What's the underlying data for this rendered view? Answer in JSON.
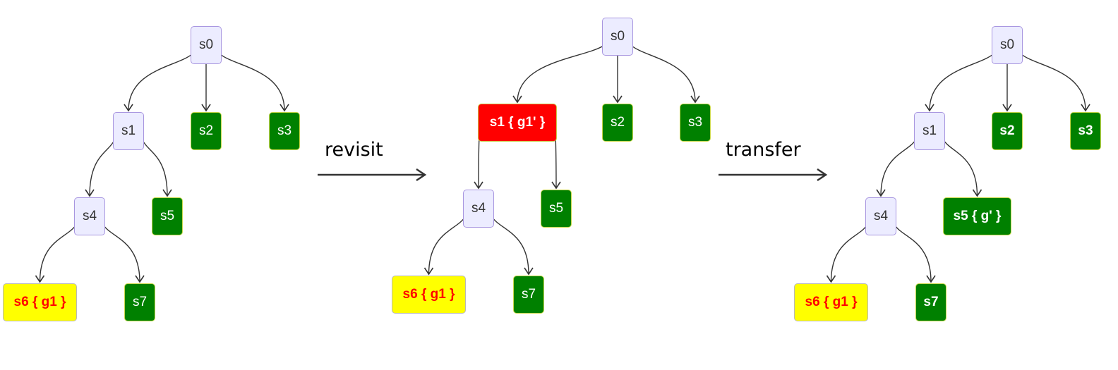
{
  "operations": {
    "revisit": "revisit",
    "transfer": "transfer"
  },
  "colors": {
    "default_fill": "#ececff",
    "default_border": "#a896e0",
    "green_fill": "#008000",
    "red_fill": "#ff0000",
    "yellow_fill": "#ffff00",
    "yellow_text": "#ff0000",
    "edge": "#333333",
    "op_arrow": "#333333"
  },
  "trees": [
    {
      "nodes": [
        {
          "id": "s0",
          "label": "s0",
          "style": "default"
        },
        {
          "id": "s1",
          "label": "s1",
          "style": "default"
        },
        {
          "id": "s2",
          "label": "s2",
          "style": "green"
        },
        {
          "id": "s3",
          "label": "s3",
          "style": "green"
        },
        {
          "id": "s4",
          "label": "s4",
          "style": "default"
        },
        {
          "id": "s5",
          "label": "s5",
          "style": "green"
        },
        {
          "id": "s6",
          "label": "s6 { g1 }",
          "style": "yellow"
        },
        {
          "id": "s7",
          "label": "s7",
          "style": "green"
        }
      ],
      "edges": [
        [
          "s0",
          "s1"
        ],
        [
          "s0",
          "s2"
        ],
        [
          "s0",
          "s3"
        ],
        [
          "s1",
          "s4"
        ],
        [
          "s1",
          "s5"
        ],
        [
          "s4",
          "s6"
        ],
        [
          "s4",
          "s7"
        ]
      ]
    },
    {
      "nodes": [
        {
          "id": "s0",
          "label": "s0",
          "style": "default"
        },
        {
          "id": "s1",
          "label": "s1 { g1' }",
          "style": "red"
        },
        {
          "id": "s2",
          "label": "s2",
          "style": "green"
        },
        {
          "id": "s3",
          "label": "s3",
          "style": "green"
        },
        {
          "id": "s4",
          "label": "s4",
          "style": "default"
        },
        {
          "id": "s5",
          "label": "s5",
          "style": "green"
        },
        {
          "id": "s6",
          "label": "s6 { g1 }",
          "style": "yellow"
        },
        {
          "id": "s7",
          "label": "s7",
          "style": "green"
        }
      ],
      "edges": [
        [
          "s0",
          "s1"
        ],
        [
          "s0",
          "s2"
        ],
        [
          "s0",
          "s3"
        ],
        [
          "s1",
          "s4"
        ],
        [
          "s1",
          "s5"
        ],
        [
          "s4",
          "s6"
        ],
        [
          "s4",
          "s7"
        ]
      ]
    },
    {
      "nodes": [
        {
          "id": "s0",
          "label": "s0",
          "style": "default"
        },
        {
          "id": "s1",
          "label": "s1",
          "style": "default"
        },
        {
          "id": "s2",
          "label": "s2",
          "style": "green-bold"
        },
        {
          "id": "s3",
          "label": "s3",
          "style": "green-bold"
        },
        {
          "id": "s4",
          "label": "s4",
          "style": "default"
        },
        {
          "id": "s5",
          "label": "s5 { g' }",
          "style": "green-bold"
        },
        {
          "id": "s6",
          "label": "s6 { g1 }",
          "style": "yellow"
        },
        {
          "id": "s7",
          "label": "s7",
          "style": "green-bold"
        }
      ],
      "edges": [
        [
          "s0",
          "s1"
        ],
        [
          "s0",
          "s2"
        ],
        [
          "s0",
          "s3"
        ],
        [
          "s1",
          "s4"
        ],
        [
          "s1",
          "s5"
        ],
        [
          "s4",
          "s6"
        ],
        [
          "s4",
          "s7"
        ]
      ]
    }
  ]
}
